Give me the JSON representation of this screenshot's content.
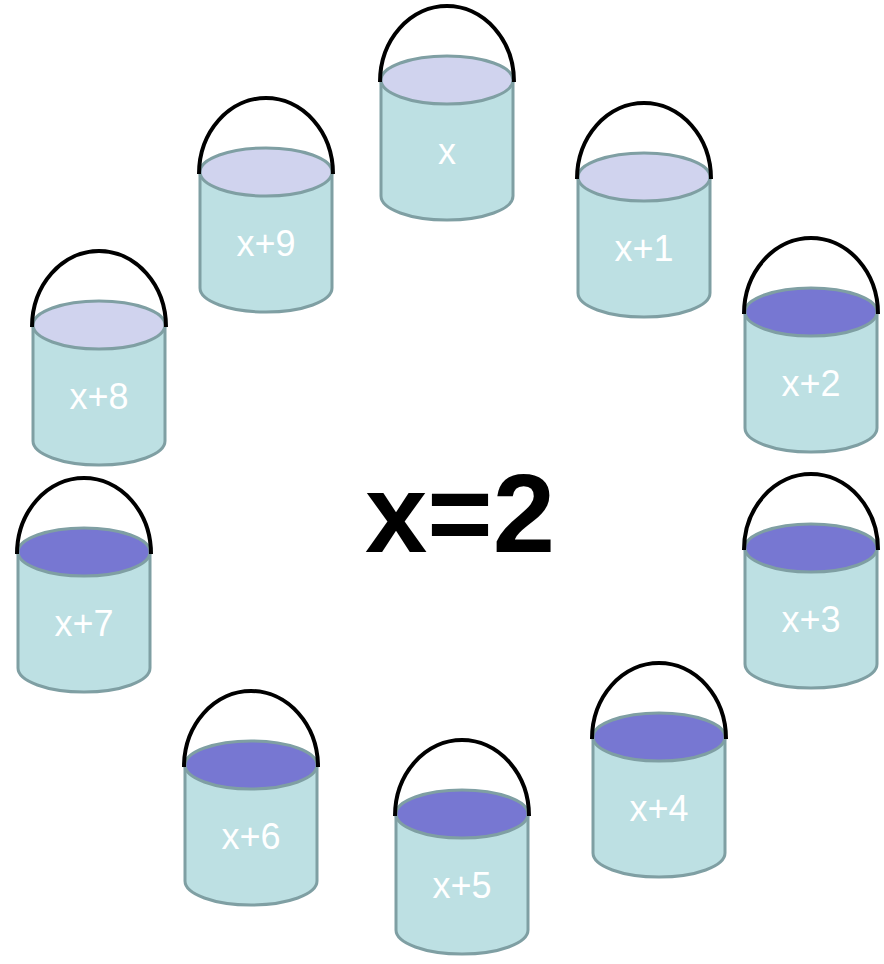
{
  "diagram": {
    "nodes": [
      {
        "text": [
          "x"
        ]
      },
      {
        "text": [
          "x+1"
        ]
      },
      {
        "text": [
          "x+2"
        ]
      },
      {
        "text": [
          "x+3"
        ]
      },
      {
        "text": [
          "x+4"
        ]
      },
      {
        "text": [
          "x+5"
        ]
      },
      {
        "text": [
          "x+6"
        ]
      },
      {
        "text": [
          "x+7"
        ]
      },
      {
        "text": [
          "x+8"
        ]
      },
      {
        "text": [
          "x+9"
        ]
      }
    ],
    "labels": [
      "x=2"
    ]
  }
}
